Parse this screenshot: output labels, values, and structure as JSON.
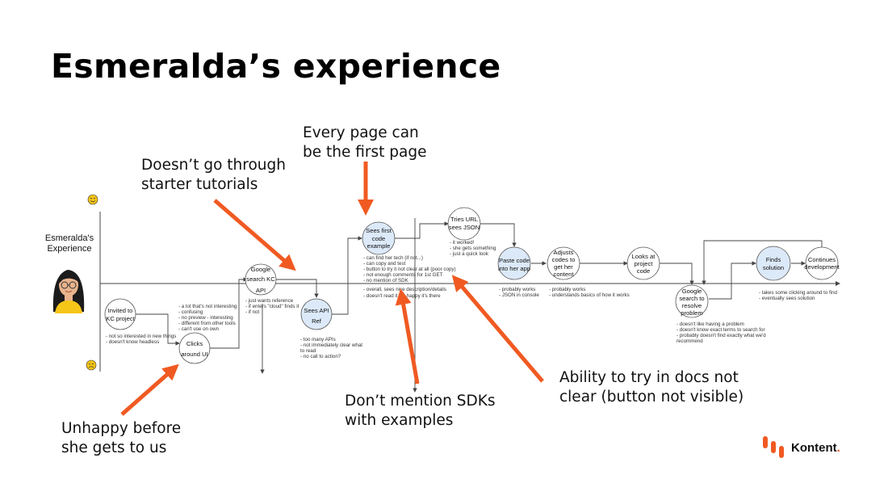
{
  "slide": {
    "title": "Esmeralda’s experience"
  },
  "persona": {
    "label_lines": [
      "Esmeralda's",
      "Experience"
    ]
  },
  "callouts": [
    {
      "id": "starter",
      "lines": [
        "Doesn’t go through",
        "starter tutorials"
      ]
    },
    {
      "id": "firstpage",
      "lines": [
        "Every page can",
        "be the first page"
      ]
    },
    {
      "id": "unhappy",
      "lines": [
        "Unhappy before",
        "she gets to us"
      ]
    },
    {
      "id": "sdks",
      "lines": [
        "Don’t mention SDKs",
        "with examples"
      ]
    },
    {
      "id": "trydocs",
      "lines": [
        "Ability to try in docs not",
        "clear (button not visible)"
      ]
    }
  ],
  "steps": [
    {
      "id": "invited",
      "label_lines": [
        "Invited to",
        "KC project"
      ],
      "highlight": false,
      "notes": [
        "- not so interested in new things",
        "- doesn't know headless"
      ]
    },
    {
      "id": "clicks",
      "label_lines": [
        "Clicks",
        "around UI"
      ],
      "highlight": false,
      "notes": [
        "- a lot that's not interesting",
        "- confusing",
        "- no preview - interesting",
        "   - different from other tools",
        "- can't use on own"
      ]
    },
    {
      "id": "google1",
      "label_lines": [
        "Google",
        "search KC",
        "API"
      ],
      "highlight": false,
      "notes": [
        "- just wants reference",
        "- if enters \"cloud\" finds it",
        "- if not"
      ]
    },
    {
      "id": "apiref",
      "label_lines": [
        "Sees API",
        "Ref"
      ],
      "highlight": true,
      "notes": [
        "- too many APIs",
        "- not immediately clear what",
        "  to read",
        "- no call to action?"
      ]
    },
    {
      "id": "firstcode",
      "label_lines": [
        "Sees first",
        "code",
        "example"
      ],
      "highlight": true,
      "notes": [
        "- can find her tech (if not...)",
        "- can copy and test",
        "- button to try it not clear at all (poor copy)",
        "- not enough comments for 1st GET",
        "- no mention of SDK",
        "",
        "- overall, sees nice description/details",
        "    - doesn't read it all, happy it's there"
      ]
    },
    {
      "id": "tryurl",
      "label_lines": [
        "Tries URL",
        "sees JSON"
      ],
      "highlight": false,
      "notes": [
        "- it worked!",
        "- she gets something",
        "- just a quick look"
      ]
    },
    {
      "id": "paste",
      "label_lines": [
        "Paste code",
        "into her app"
      ],
      "highlight": true,
      "notes": [
        "- probably works",
        "- JSON in console"
      ]
    },
    {
      "id": "adjust",
      "label_lines": [
        "Adjusts",
        "codes to",
        "get her",
        "content"
      ],
      "highlight": false,
      "notes": [
        "- probably works",
        "- understands basics of how it works"
      ]
    },
    {
      "id": "structure",
      "label_lines": [
        "Looks at",
        "project",
        "code"
      ],
      "highlight": false,
      "notes": []
    },
    {
      "id": "google2",
      "label_lines": [
        "Google",
        "search to",
        "resolve",
        "problem"
      ],
      "highlight": false,
      "notes": [
        "- doesn't like having a problem",
        "- doesn't know exact terms to search for",
        "- probably doesn't find exactly what we'd",
        "  recommend"
      ]
    },
    {
      "id": "finds",
      "label_lines": [
        "Finds",
        "solution"
      ],
      "highlight": true,
      "notes": [
        "- takes some clicking around to find",
        "- eventually sees solution"
      ]
    },
    {
      "id": "continues",
      "label_lines": [
        "Continues",
        "development"
      ],
      "highlight": false,
      "notes": []
    }
  ],
  "brand": {
    "name": "Kontent",
    "dot": "."
  },
  "colors": {
    "accent": "#f05a22",
    "highlight_fill": "#dce9f8",
    "line": "#444444",
    "happy": "#f5c518"
  },
  "icons": {
    "happy": "smile-face-icon",
    "sad": "sad-face-icon"
  }
}
